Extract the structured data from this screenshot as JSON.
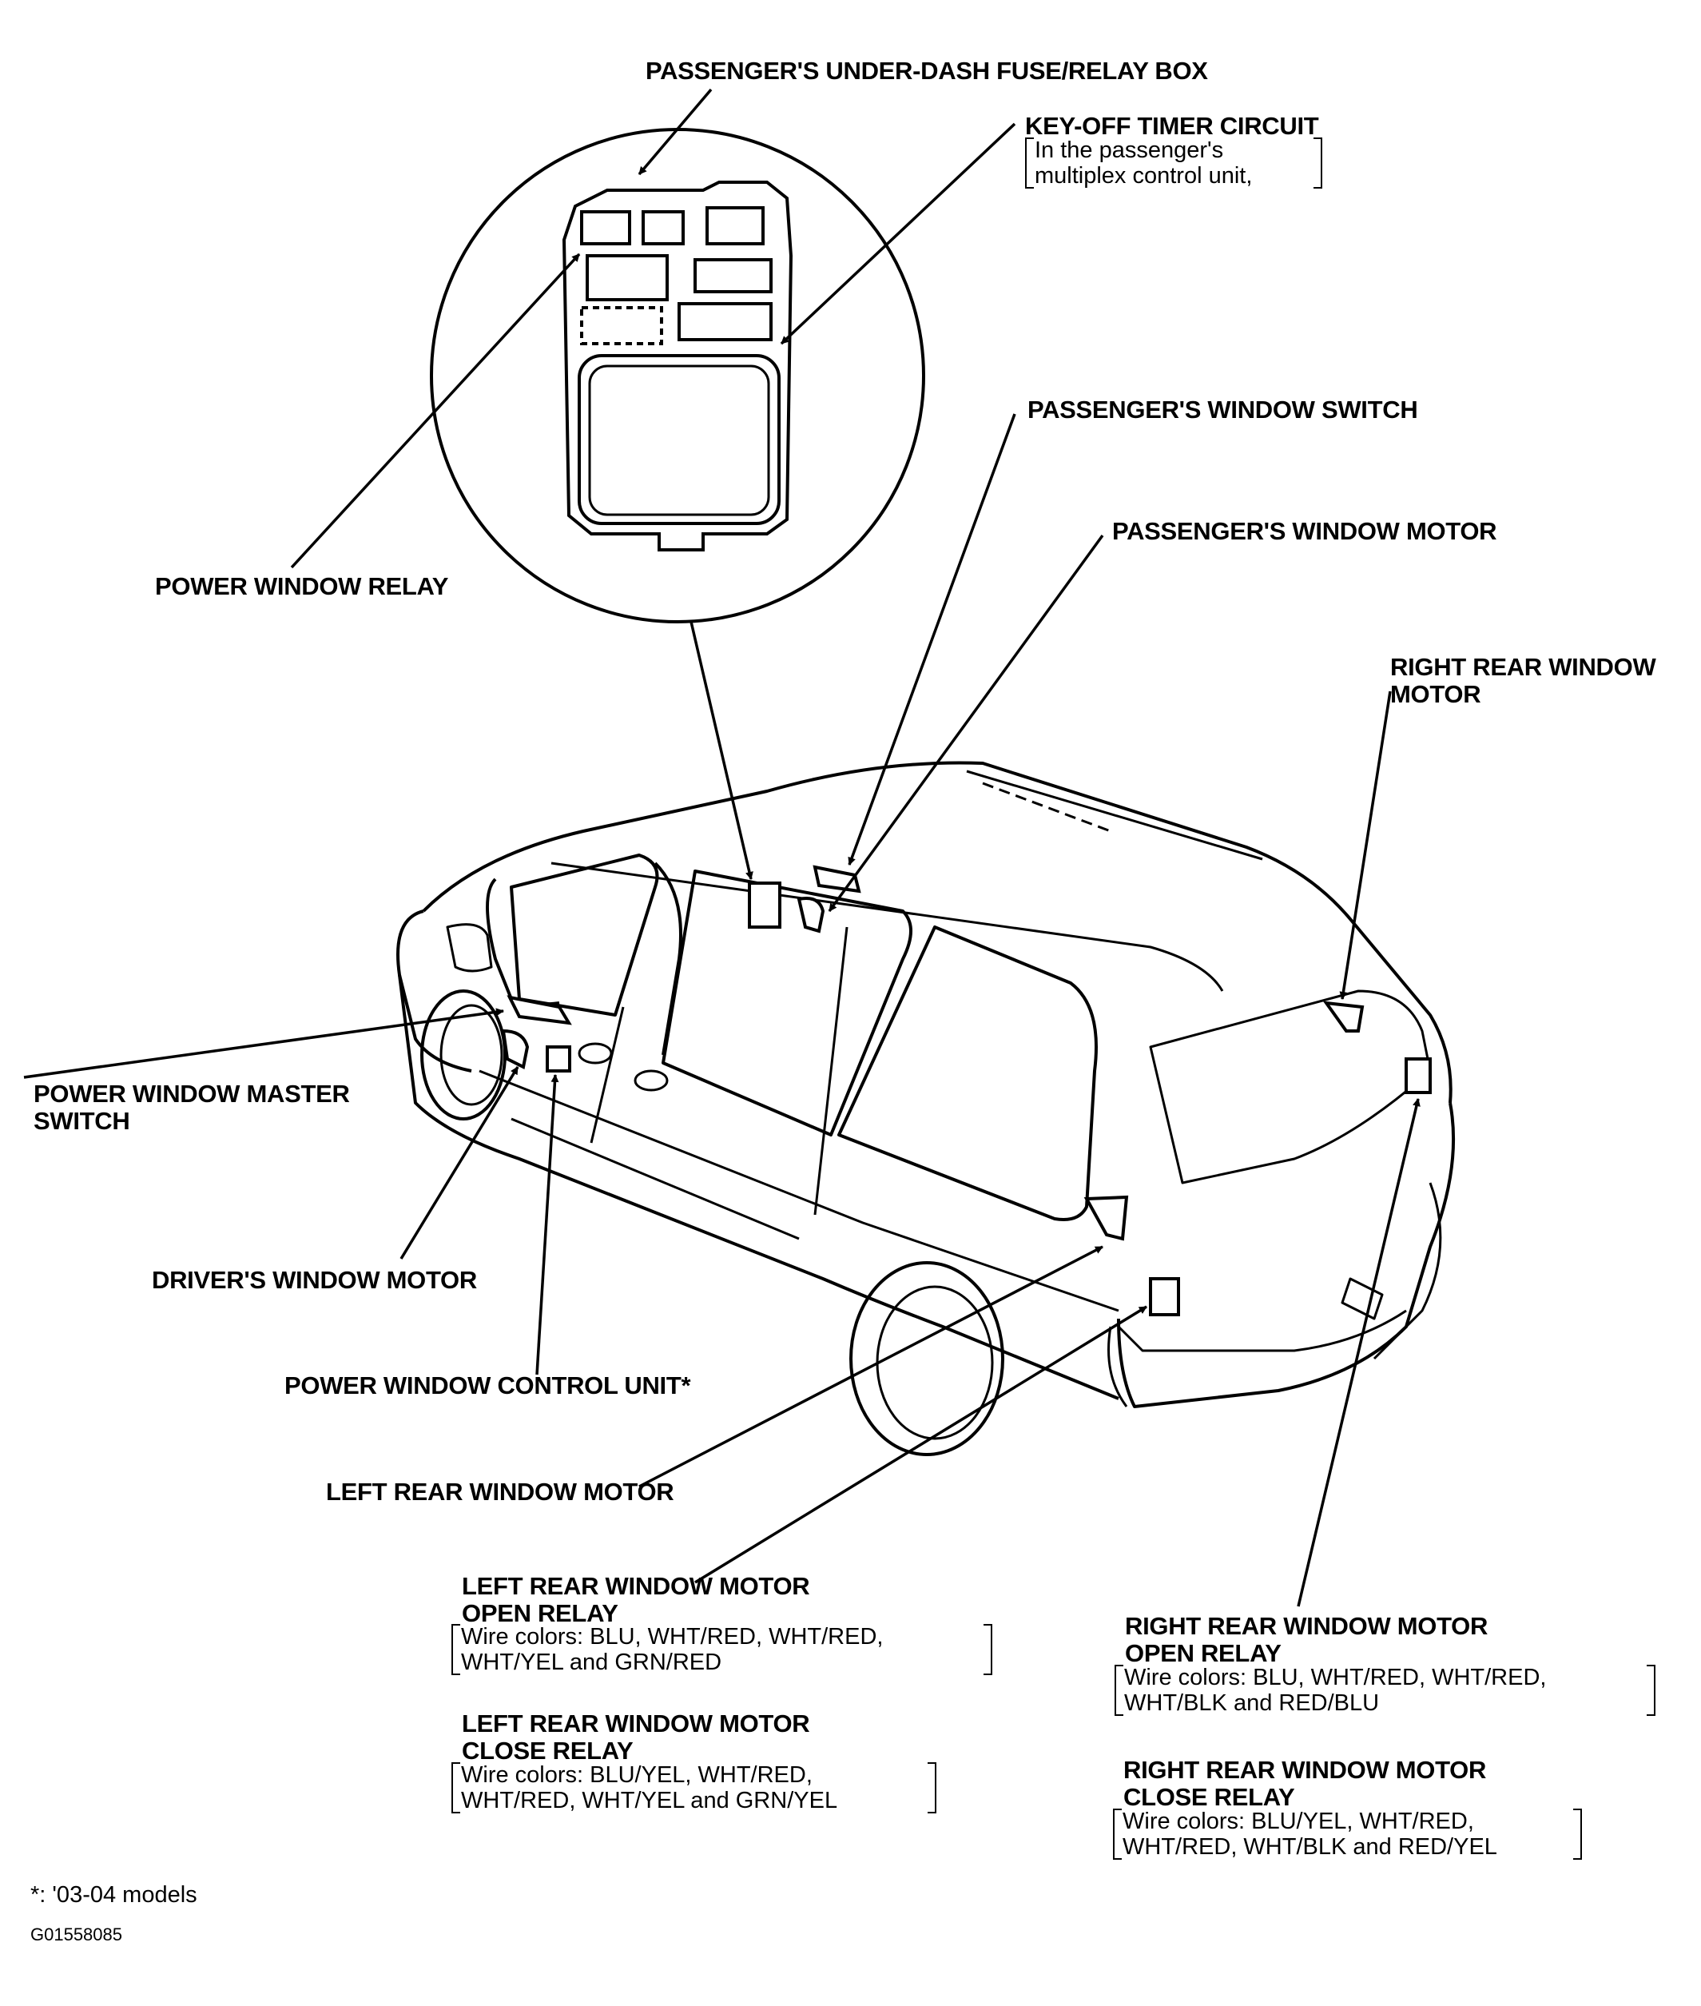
{
  "labels": {
    "fuse_box": "PASSENGER'S UNDER-DASH FUSE/RELAY BOX",
    "key_off_timer": "KEY-OFF TIMER CIRCUIT",
    "key_off_note_1": "In the passenger's",
    "key_off_note_2": "multiplex control unit,",
    "power_window_relay": "POWER WINDOW RELAY",
    "passenger_window_switch": "PASSENGER'S WINDOW SWITCH",
    "passenger_window_motor": "PASSENGER'S WINDOW MOTOR",
    "right_rear_motor_1": "RIGHT REAR WINDOW",
    "right_rear_motor_2": "MOTOR",
    "master_switch_1": "POWER WINDOW MASTER",
    "master_switch_2": "SWITCH",
    "driver_window_motor": "DRIVER'S WINDOW MOTOR",
    "control_unit": "POWER WINDOW CONTROL UNIT*",
    "left_rear_motor": "LEFT REAR WINDOW MOTOR",
    "lr_open_relay_1": "LEFT REAR WINDOW MOTOR",
    "lr_open_relay_2": "OPEN RELAY",
    "lr_open_wires_1": "Wire colors: BLU, WHT/RED, WHT/RED,",
    "lr_open_wires_2": "WHT/YEL and GRN/RED",
    "lr_close_relay_1": "LEFT REAR WINDOW MOTOR",
    "lr_close_relay_2": "CLOSE RELAY",
    "lr_close_wires_1": "Wire colors: BLU/YEL, WHT/RED,",
    "lr_close_wires_2": "WHT/RED, WHT/YEL and GRN/YEL",
    "rr_open_relay_1": "RIGHT REAR WINDOW MOTOR",
    "rr_open_relay_2": "OPEN RELAY",
    "rr_open_wires_1": "Wire colors: BLU, WHT/RED, WHT/RED,",
    "rr_open_wires_2": "WHT/BLK and RED/BLU",
    "rr_close_relay_1": "RIGHT REAR WINDOW MOTOR",
    "rr_close_relay_2": "CLOSE RELAY",
    "rr_close_wires_1": "Wire colors: BLU/YEL, WHT/RED,",
    "rr_close_wires_2": "WHT/RED, WHT/BLK and RED/YEL"
  },
  "footnote": "*: '03-04 models",
  "figure_code": "G01558085"
}
